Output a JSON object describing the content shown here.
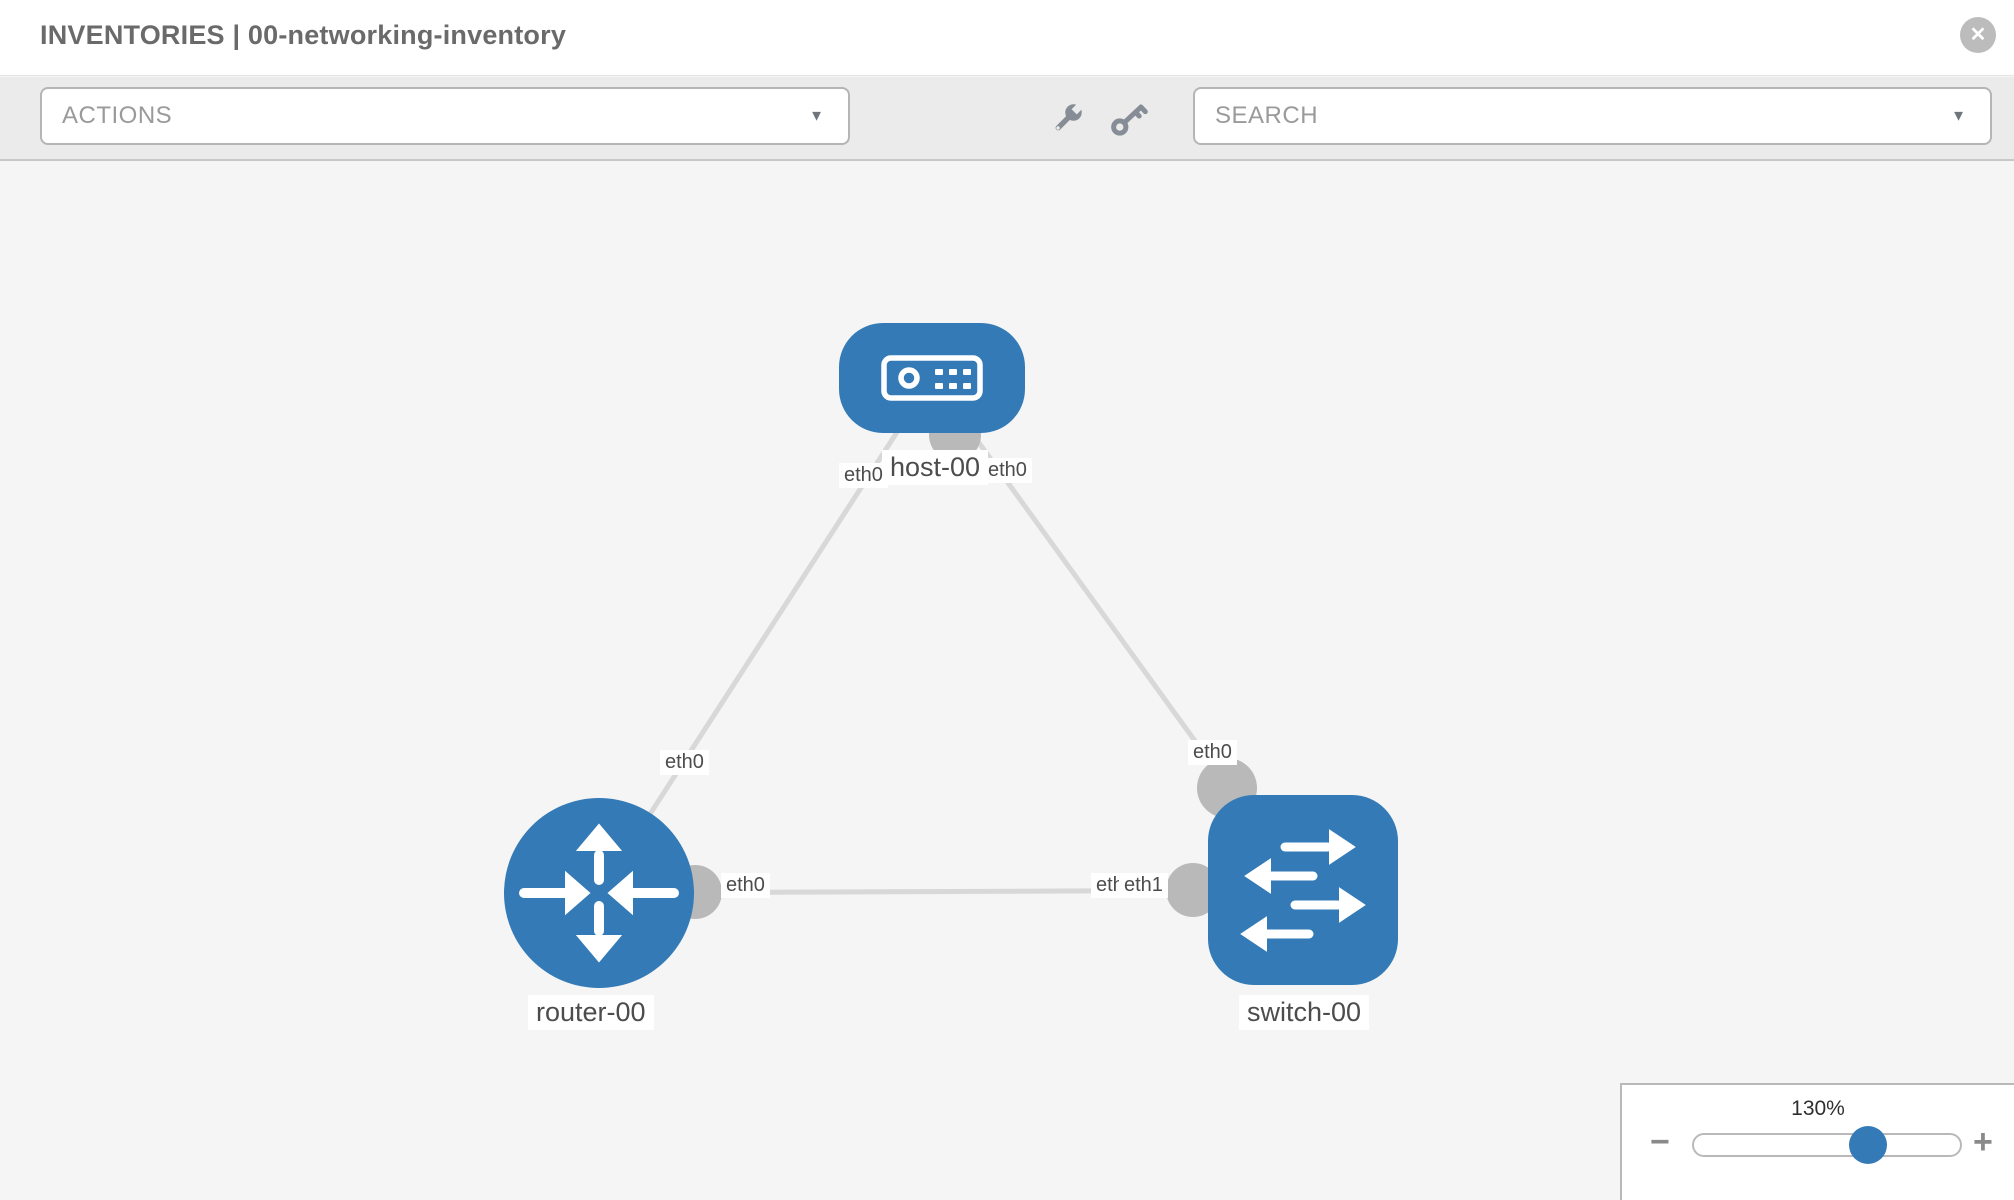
{
  "header": {
    "title": "INVENTORIES | 00-networking-inventory",
    "close_icon": "✕"
  },
  "toolbar": {
    "actions": {
      "label": "ACTIONS",
      "caret": "▼"
    },
    "search": {
      "label": "SEARCH",
      "caret": "▼"
    }
  },
  "topology": {
    "nodes": [
      {
        "label": "host-00",
        "type": "host",
        "icon": "host-icon"
      },
      {
        "label": "router-00",
        "type": "router",
        "icon": "router-icon"
      },
      {
        "label": "switch-00",
        "type": "switch",
        "icon": "switch-icon"
      }
    ],
    "links": [
      {
        "from": "host-00",
        "to": "router-00",
        "from_label": "eth0",
        "to_label": "eth0"
      },
      {
        "from": "host-00",
        "to": "switch-00",
        "from_label": "eth0",
        "to_label": "eth0"
      },
      {
        "from": "router-00",
        "to": "switch-00",
        "from_label": "eth0",
        "to_label": "eth1",
        "to_label_overlapped": "eth0"
      }
    ]
  },
  "zoom_control": {
    "level": "130%",
    "minus": "−",
    "plus": "+"
  },
  "colors": {
    "node_blue": "#337ab7",
    "link_gray": "#d8d8d8",
    "connector_gray": "#b9b9b9",
    "canvas_bg": "#f5f5f5",
    "toolbar_bg": "#ebebeb",
    "slider_knob": "#337ab7"
  }
}
